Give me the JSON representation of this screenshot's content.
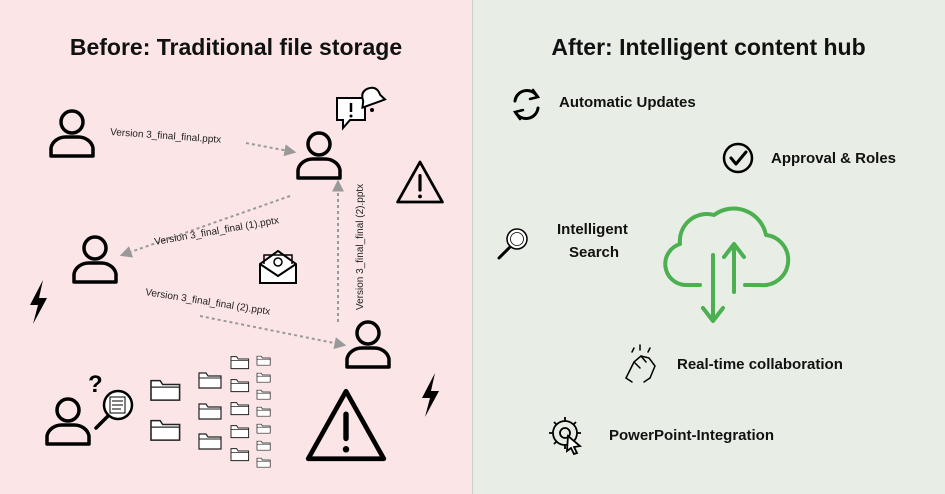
{
  "left_panel": {
    "title": "Before: Traditional file storage",
    "file_labels": [
      "Version 3_final_final.pptx",
      "Version 3_final_final (1).pptx",
      "Version 3_final_final (2).pptx",
      "Version 3_final_final (2).pptx"
    ],
    "colors": {
      "background": "#fbe5e6",
      "line": "#999999"
    }
  },
  "right_panel": {
    "title": "After: Intelligent content hub",
    "features": {
      "updates": "Automatic Updates",
      "approval": "Approval & Roles",
      "search_line1": "Intelligent",
      "search_line2": "Search",
      "collab": "Real-time collaboration",
      "ppt": "PowerPoint-Integration"
    },
    "icons": [
      "sync-icon",
      "check-circle-icon",
      "magnifier-icon",
      "cloud-sync-icon",
      "handshake-icon",
      "gear-cursor-icon"
    ],
    "colors": {
      "background": "#e8eee5",
      "cloud": "#4caf50"
    }
  }
}
